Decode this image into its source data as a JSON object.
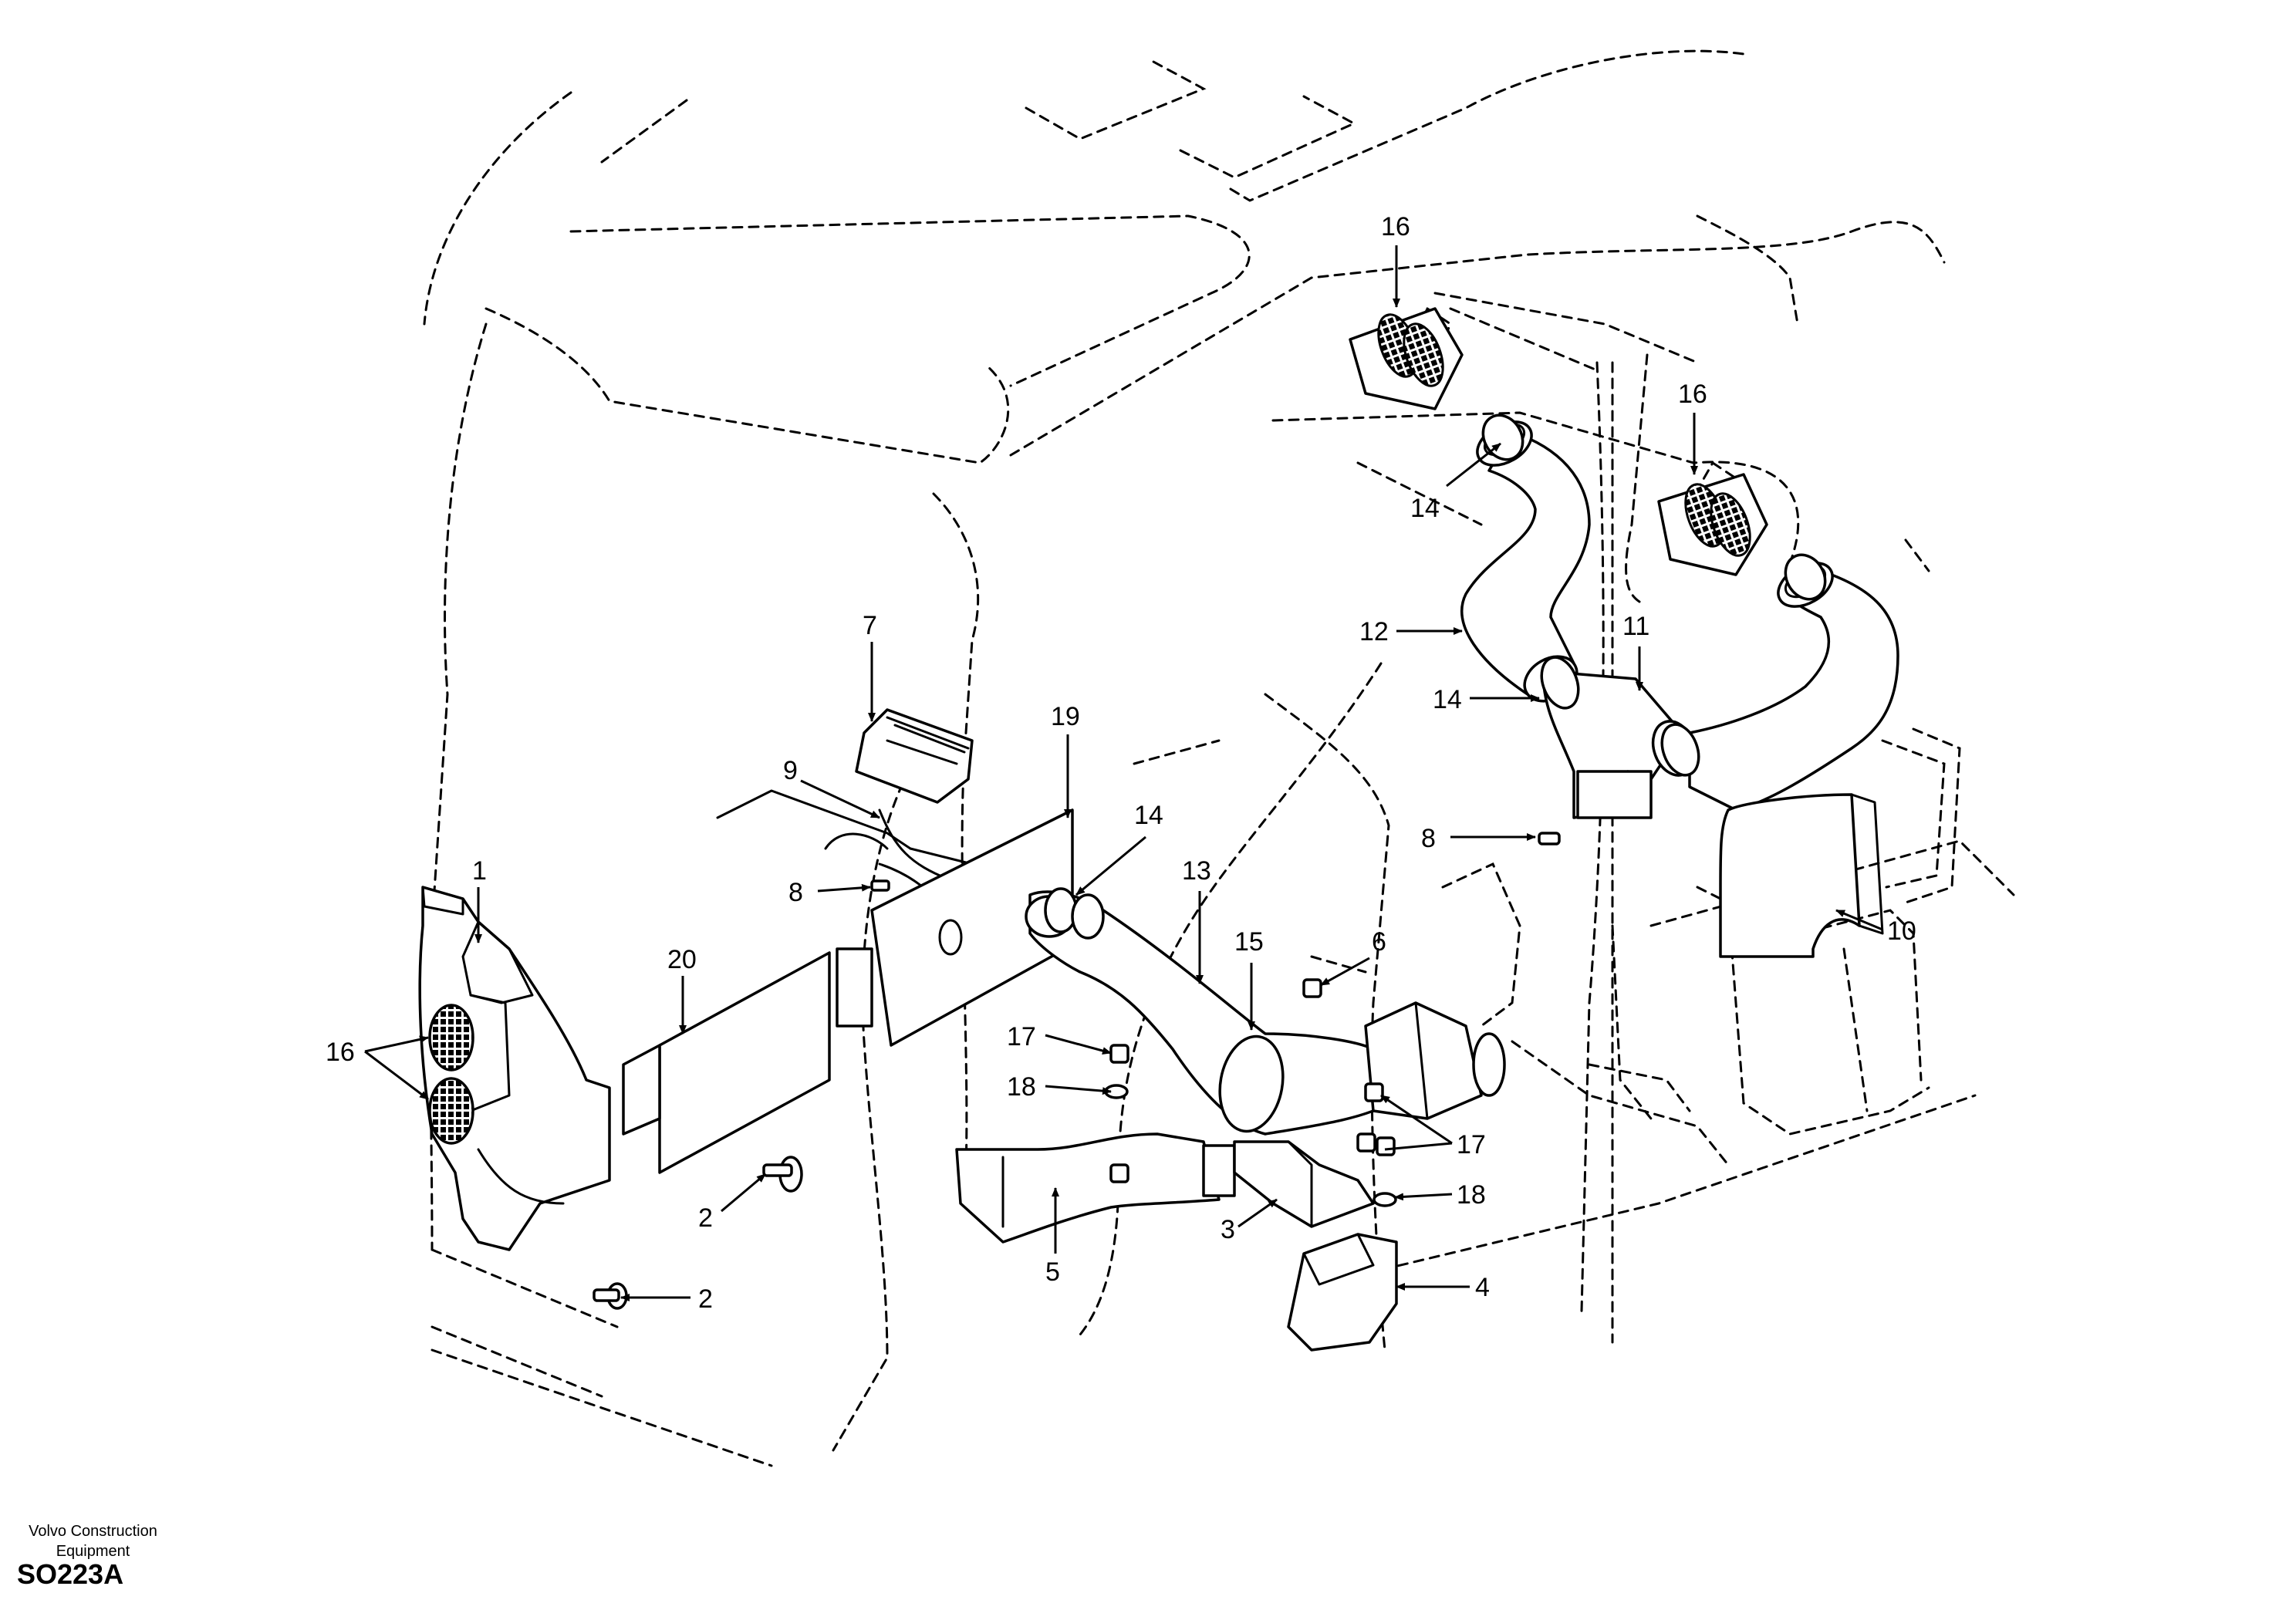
{
  "diagram": {
    "callouts": [
      {
        "id": "c1",
        "label": "1"
      },
      {
        "id": "c2a",
        "label": "2"
      },
      {
        "id": "c2b",
        "label": "2"
      },
      {
        "id": "c3",
        "label": "3"
      },
      {
        "id": "c4",
        "label": "4"
      },
      {
        "id": "c5",
        "label": "5"
      },
      {
        "id": "c6",
        "label": "6"
      },
      {
        "id": "c7",
        "label": "7"
      },
      {
        "id": "c8a",
        "label": "8"
      },
      {
        "id": "c8b",
        "label": "8"
      },
      {
        "id": "c9",
        "label": "9"
      },
      {
        "id": "c10",
        "label": "10"
      },
      {
        "id": "c11",
        "label": "11"
      },
      {
        "id": "c12",
        "label": "12"
      },
      {
        "id": "c13",
        "label": "13"
      },
      {
        "id": "c14a",
        "label": "14"
      },
      {
        "id": "c14b",
        "label": "14"
      },
      {
        "id": "c14c",
        "label": "14"
      },
      {
        "id": "c15",
        "label": "15"
      },
      {
        "id": "c16a",
        "label": "16"
      },
      {
        "id": "c16b",
        "label": "16"
      },
      {
        "id": "c16c",
        "label": "16"
      },
      {
        "id": "c17a",
        "label": "17"
      },
      {
        "id": "c17b",
        "label": "17"
      },
      {
        "id": "c18a",
        "label": "18"
      },
      {
        "id": "c18b",
        "label": "18"
      },
      {
        "id": "c19",
        "label": "19"
      },
      {
        "id": "c20",
        "label": "20"
      }
    ]
  },
  "footer": {
    "credit_line1": "Volvo Construction",
    "credit_line2": "Equipment",
    "drawing_code": "SO223A"
  }
}
